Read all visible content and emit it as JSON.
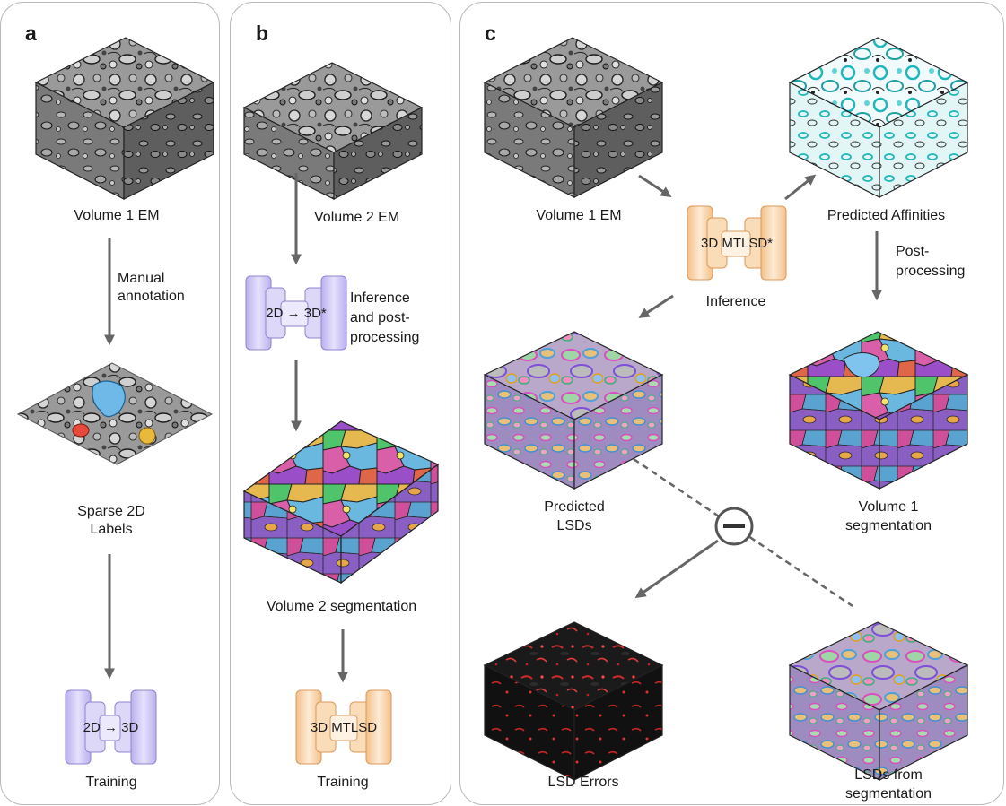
{
  "panels": {
    "a": {
      "letter": "a",
      "volume_label": "Volume 1 EM",
      "arrow_label_line1": "Manual",
      "arrow_label_line2": "annotation",
      "labels_line1": "Sparse 2D",
      "labels_line2": "Labels",
      "network_text": "2D → 3D",
      "training_label": "Training"
    },
    "b": {
      "letter": "b",
      "volume_label": "Volume 2 EM",
      "network_text": "2D → 3D*",
      "inference_line1": "Inference",
      "inference_line2": "and post-",
      "inference_line3": "processing",
      "segmentation_label": "Volume 2 segmentation",
      "network2_text": "3D MTLSD",
      "training_label": "Training"
    },
    "c": {
      "letter": "c",
      "volume_label": "Volume 1 EM",
      "network_text": "3D MTLSD*",
      "inference_label": "Inference",
      "affinities_label": "Predicted Affinities",
      "post_line1": "Post-",
      "post_line2": "processing",
      "pred_lsd_line1": "Predicted",
      "pred_lsd_line2": "LSDs",
      "seg_line1": "Volume 1",
      "seg_line2": "segmentation",
      "errors_label": "LSD Errors",
      "lsd_seg_line1": "LSDs from",
      "lsd_seg_line2": "segmentation",
      "minus_symbol": "−"
    }
  },
  "colors": {
    "em_gray": "#8c8c8c",
    "affinity_cyan": "#2fc4c9",
    "network_purple": "#c9c2f2",
    "network_orange": "#f7cfa2",
    "arrow": "#666666",
    "label_blue": "#6fb9e8",
    "label_red": "#e64a3c",
    "label_yellow": "#e8b93a",
    "error_red": "#d42a2a"
  }
}
